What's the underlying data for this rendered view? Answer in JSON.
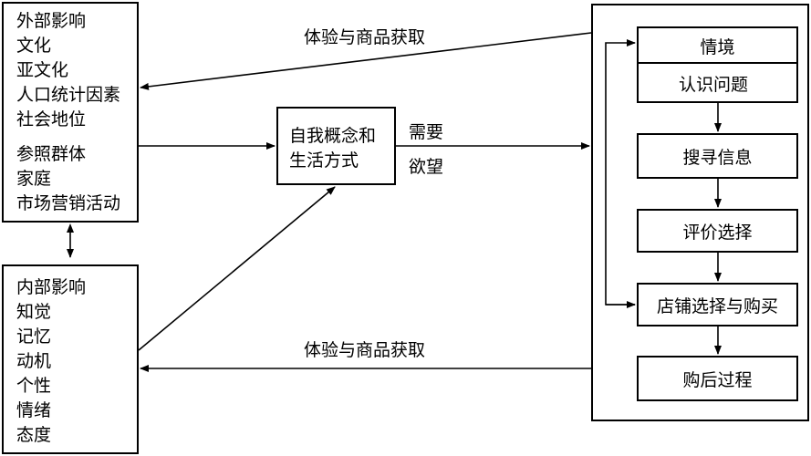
{
  "external": {
    "title": "外部影响",
    "group1": [
      "文化",
      "亚文化",
      "人口统计因素",
      "社会地位"
    ],
    "group2": [
      "参照群体",
      "家庭",
      "市场营销活动"
    ]
  },
  "internal": {
    "title": "内部影响",
    "items": [
      "知觉",
      "记忆",
      "动机",
      "个性",
      "情绪",
      "态度"
    ]
  },
  "self_concept": [
    "自我概念和",
    "生活方式"
  ],
  "needs": "需要",
  "desires": "欲望",
  "feedback_top": "体验与商品获取",
  "feedback_bottom": "体验与商品获取",
  "decision": {
    "situation": "情境",
    "stages": [
      "认识问题",
      "搜寻信息",
      "评价选择",
      "店铺选择与购买",
      "购后过程"
    ]
  }
}
